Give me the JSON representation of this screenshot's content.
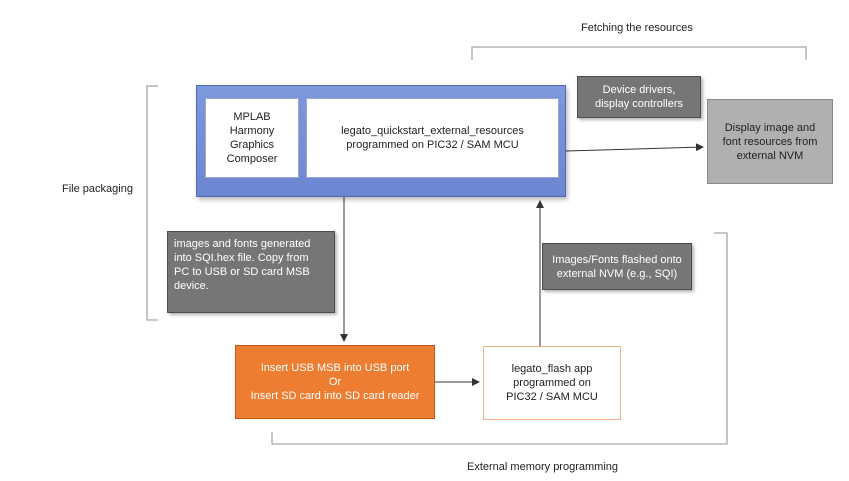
{
  "labels": {
    "fetching": "Fetching the resources",
    "file_packaging": "File packaging",
    "external_programming": "External memory programming"
  },
  "boxes": {
    "composer_lines": [
      "MPLAB",
      "Harmony",
      "Graphics",
      "Composer"
    ],
    "quickstart_lines": [
      "legato_quickstart_external_resources",
      "programmed on PIC32 / SAM MCU"
    ],
    "drivers_lines": [
      "Device drivers,",
      "display controllers"
    ],
    "display_lines": [
      "Display image and",
      "font resources from",
      "external NVM"
    ],
    "images_generated_lines": [
      "images and fonts generated",
      "into SQI.hex file.  Copy from",
      "PC to USB or SD card MSB",
      "device."
    ],
    "flashed_lines": [
      "Images/Fonts flashed onto",
      "external NVM (e.g., SQI)"
    ],
    "usb_lines": [
      "Insert USB MSB into USB port",
      "Or",
      "Insert SD card into SD card reader"
    ],
    "legato_flash_lines": [
      "legato_flash app",
      "programmed on",
      "PIC32 / SAM MCU"
    ]
  },
  "colors": {
    "blue": "#7e98dd",
    "orange": "#ed7d31",
    "dark_gray": "#767676",
    "light_gray": "#b0b0b0"
  }
}
